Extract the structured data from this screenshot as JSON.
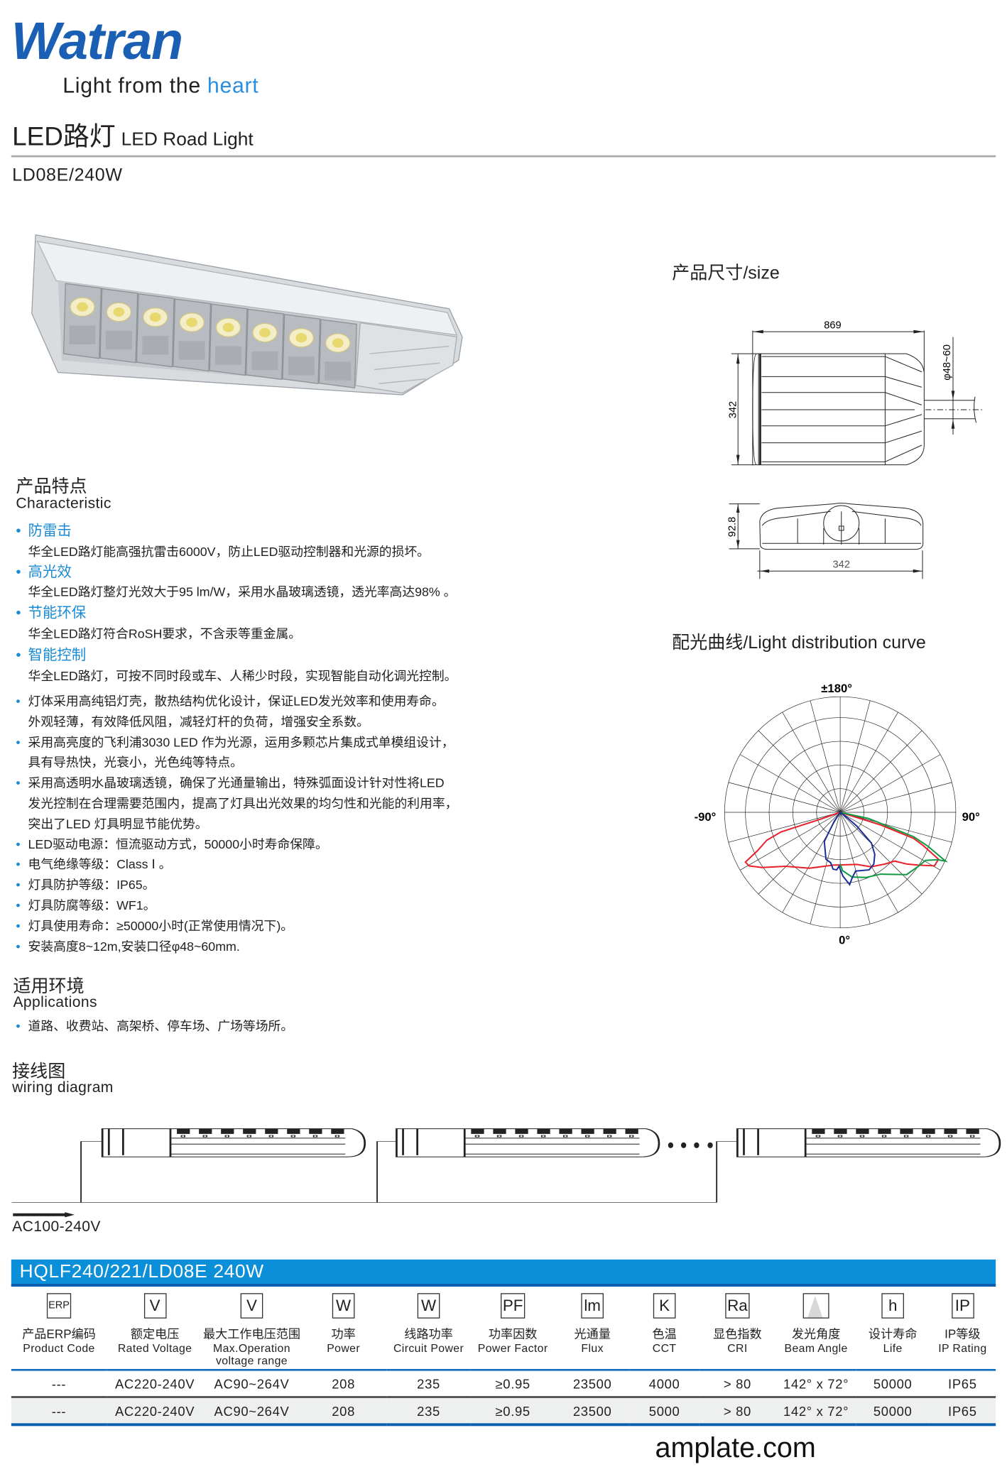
{
  "header": {
    "brand": "Watran",
    "tagline_a": "Light from the ",
    "tagline_b": "heart",
    "title_cn": "LED路灯",
    "title_en": "LED Road Light",
    "model": "LD08E/240W"
  },
  "size": {
    "title": "产品尺寸/size",
    "length": "869",
    "width": "342",
    "pipe": "φ48~60",
    "height": "92.8",
    "side_width": "342"
  },
  "curve": {
    "title": "配光曲线/Light distribution curve",
    "label_top": "±180°",
    "label_left": "-90°",
    "label_right": "90°",
    "label_bottom": "0°",
    "colors": {
      "c0": "#e8202a",
      "c90": "#119944",
      "c45": "#1a2f9a"
    }
  },
  "characteristics": {
    "heading_cn": "产品特点",
    "heading_en": "Characteristic",
    "featured": [
      {
        "title": "防雷击",
        "desc": "华全LED路灯能高强抗雷击6000V，防止LED驱动控制器和光源的损坏。"
      },
      {
        "title": "高光效",
        "desc": "华全LED路灯整灯光效大于95 lm/W，采用水晶玻璃透镜，透光率高达98% 。"
      },
      {
        "title": "节能环保",
        "desc": "华全LED路灯符合RoSH要求，不含汞等重金属。"
      },
      {
        "title": "智能控制",
        "desc": "华全LED路灯，可按不同时段或车、人稀少时段，实现智能自动化调光控制。"
      }
    ],
    "bullets": [
      {
        "lines": [
          "灯体采用高纯铝灯壳，散热结构优化设计，保证LED发光效率和使用寿命。",
          "外观轻薄，有效降低风阻，减轻灯杆的负荷，增强安全系数。"
        ]
      },
      {
        "lines": [
          "采用高亮度的飞利浦3030 LED 作为光源，运用多颗芯片集成式单模组设计，",
          "具有导热快，光衰小，光色纯等特点。"
        ]
      },
      {
        "lines": [
          "采用高透明水晶玻璃透镜，确保了光通量输出，特殊弧面设计针对性将LED",
          "发光控制在合理需要范围内，提高了灯具出光效果的均匀性和光能的利用率，",
          "突出了LED 灯具明显节能优势。"
        ]
      },
      {
        "lines": [
          "LED驱动电源：恒流驱动方式，50000小时寿命保障。"
        ]
      },
      {
        "lines": [
          "电气绝缘等级：Class Ⅰ 。"
        ]
      },
      {
        "lines": [
          "灯具防护等级：IP65。"
        ]
      },
      {
        "lines": [
          "灯具防腐等级：WF1。"
        ]
      },
      {
        "lines": [
          "灯具使用寿命：≥50000小时(正常使用情况下)。"
        ]
      },
      {
        "lines": [
          "安装高度8~12m,安装口径φ48~60mm."
        ]
      }
    ]
  },
  "applications": {
    "heading_cn": "适用环境",
    "heading_en": "Applications",
    "text": "道路、收费站、高架桥、停车场、广场等场所。"
  },
  "wiring": {
    "heading_cn": "接线图",
    "heading_en": "wiring diagram",
    "voltage": "AC100-240V"
  },
  "table": {
    "title": "HQLF240/221/LD08E    240W",
    "columns": [
      {
        "icon": "ERP",
        "cn": "产品ERP编码",
        "en": "Product Code"
      },
      {
        "icon": "V",
        "cn": "额定电压",
        "en": "Rated Voltage"
      },
      {
        "icon": "V",
        "cn": "最大工作电压范围",
        "en": "Max.Operation",
        "en2": "voltage range"
      },
      {
        "icon": "W",
        "cn": "功率",
        "en": "Power"
      },
      {
        "icon": "W",
        "cn": "线路功率",
        "en": "Circuit Power"
      },
      {
        "icon": "PF",
        "cn": "功率因数",
        "en": "Power Factor"
      },
      {
        "icon": "lm",
        "cn": "光通量",
        "en": "Flux"
      },
      {
        "icon": "K",
        "cn": "色温",
        "en": "CCT"
      },
      {
        "icon": "Ra",
        "cn": "显色指数",
        "en": "CRI"
      },
      {
        "icon": "beam-angle",
        "cn": "发光角度",
        "en": "Beam Angle"
      },
      {
        "icon": "h",
        "cn": "设计寿命",
        "en": "Life"
      },
      {
        "icon": "IP",
        "cn": "IP等级",
        "en": "IP Rating"
      }
    ],
    "rows": [
      [
        "---",
        "AC220-240V",
        "AC90~264V",
        "208",
        "235",
        "≥0.95",
        "23500",
        "4000",
        "> 80",
        "142°  x 72°",
        "50000",
        "IP65"
      ],
      [
        "---",
        "AC220-240V",
        "AC90~264V",
        "208",
        "235",
        "≥0.95",
        "23500",
        "5000",
        "> 80",
        "142°  x 72°",
        "50000",
        "IP65"
      ]
    ]
  },
  "watermark": "amplate.com"
}
